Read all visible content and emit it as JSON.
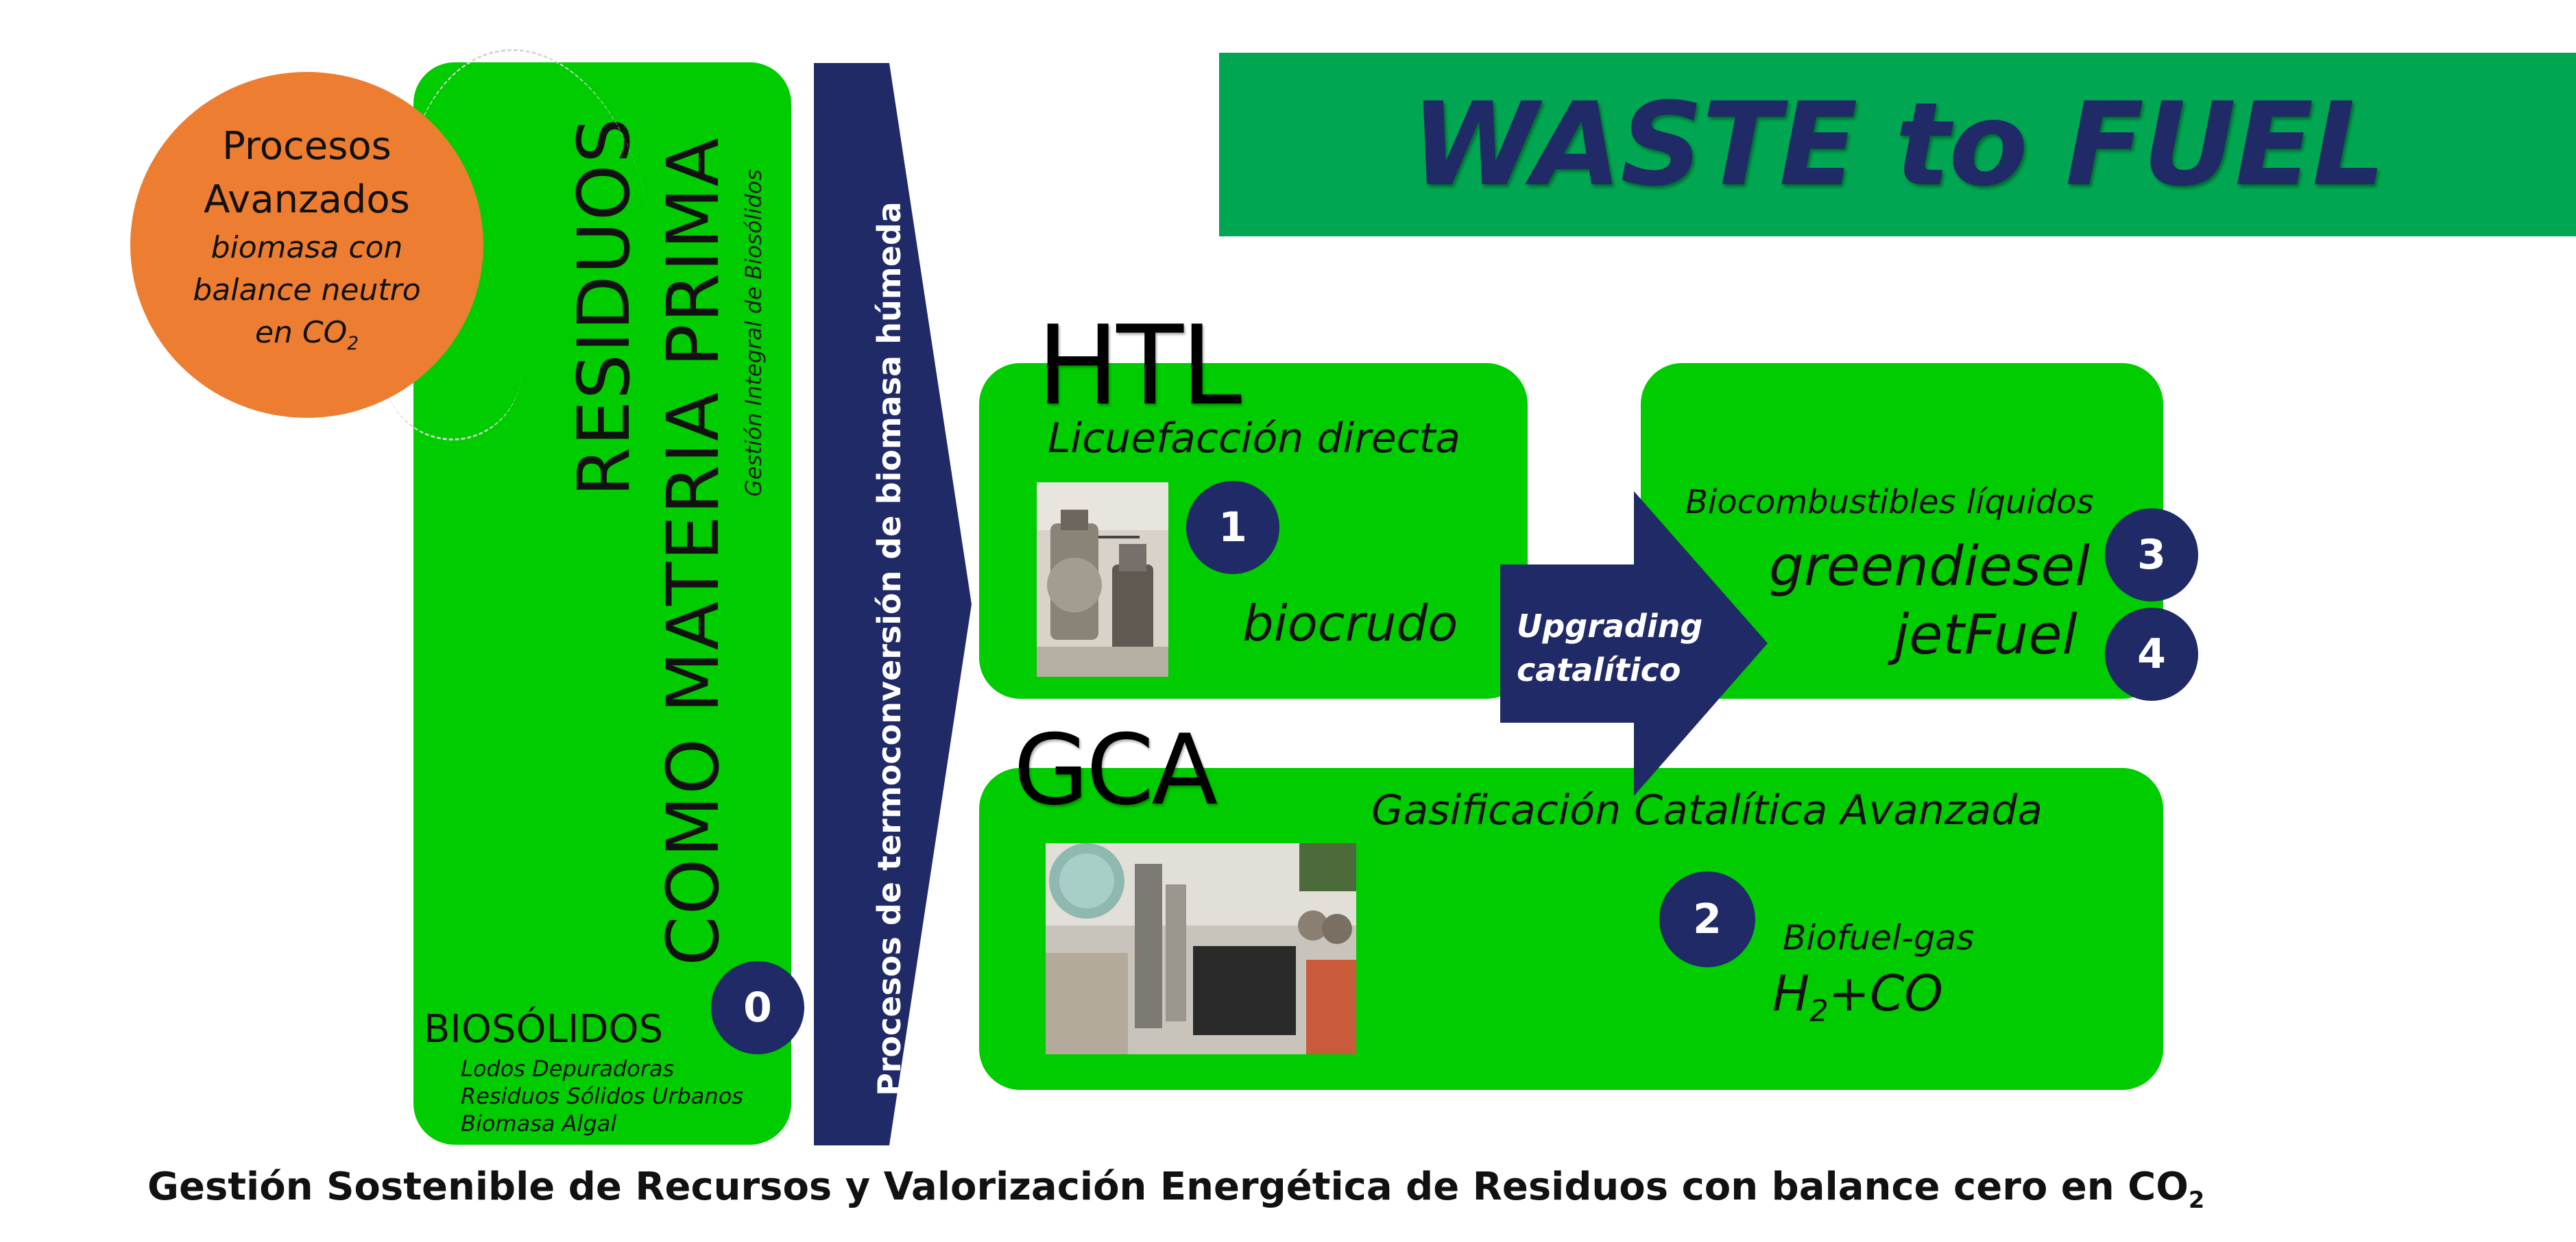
{
  "banner": {
    "title": "WASTE to FUEL",
    "color": "#00A651",
    "text_color": "#1F2A66"
  },
  "circle": {
    "line1": "Procesos",
    "line2": "Avanzados",
    "line3": "biomasa con",
    "line4": "balance neutro",
    "line5_main": "en CO",
    "line5_sub": "2",
    "color": "#ED7D31"
  },
  "left_panel": {
    "title_line1": "RESIDUOS",
    "title_line2": "COMO MATERIA PRIMA",
    "subtitle": "Gestión Integral de Biosólidos",
    "section_title": "BIOSÓLIDOS",
    "items": [
      "Lodos Depuradoras",
      "Residuos Sólidos Urbanos",
      "Biomasa Algal"
    ],
    "badge": "0"
  },
  "process_arrow": {
    "label": "Procesos de termoconversión de biomasa húmeda",
    "color": "#1F2A66"
  },
  "htl": {
    "label": "HTL",
    "subtitle": "Licuefacción directa",
    "badge": "1",
    "product": "biocrudo"
  },
  "upgrade": {
    "line1": "Upgrading",
    "line2": "catalítico"
  },
  "liquid": {
    "subtitle": "Biocombustibles líquidos",
    "fuel1": "greendiesel",
    "fuel2": "jetFuel",
    "badge3": "3",
    "badge4": "4"
  },
  "gca": {
    "label": "GCA",
    "subtitle": "Gasificación Catalítica Avanzada",
    "badge": "2",
    "product": "Biofuel-gas",
    "gas_h": "H",
    "gas_sub": "2",
    "gas_rest": "+CO"
  },
  "footer": {
    "text": "Gestión Sostenible de Recursos y Valorización Energética de Residuos con balance cero en CO",
    "sub": "2"
  },
  "colors": {
    "panel_green": "#00CC00",
    "navy": "#1F2A66",
    "orange": "#ED7D31"
  }
}
